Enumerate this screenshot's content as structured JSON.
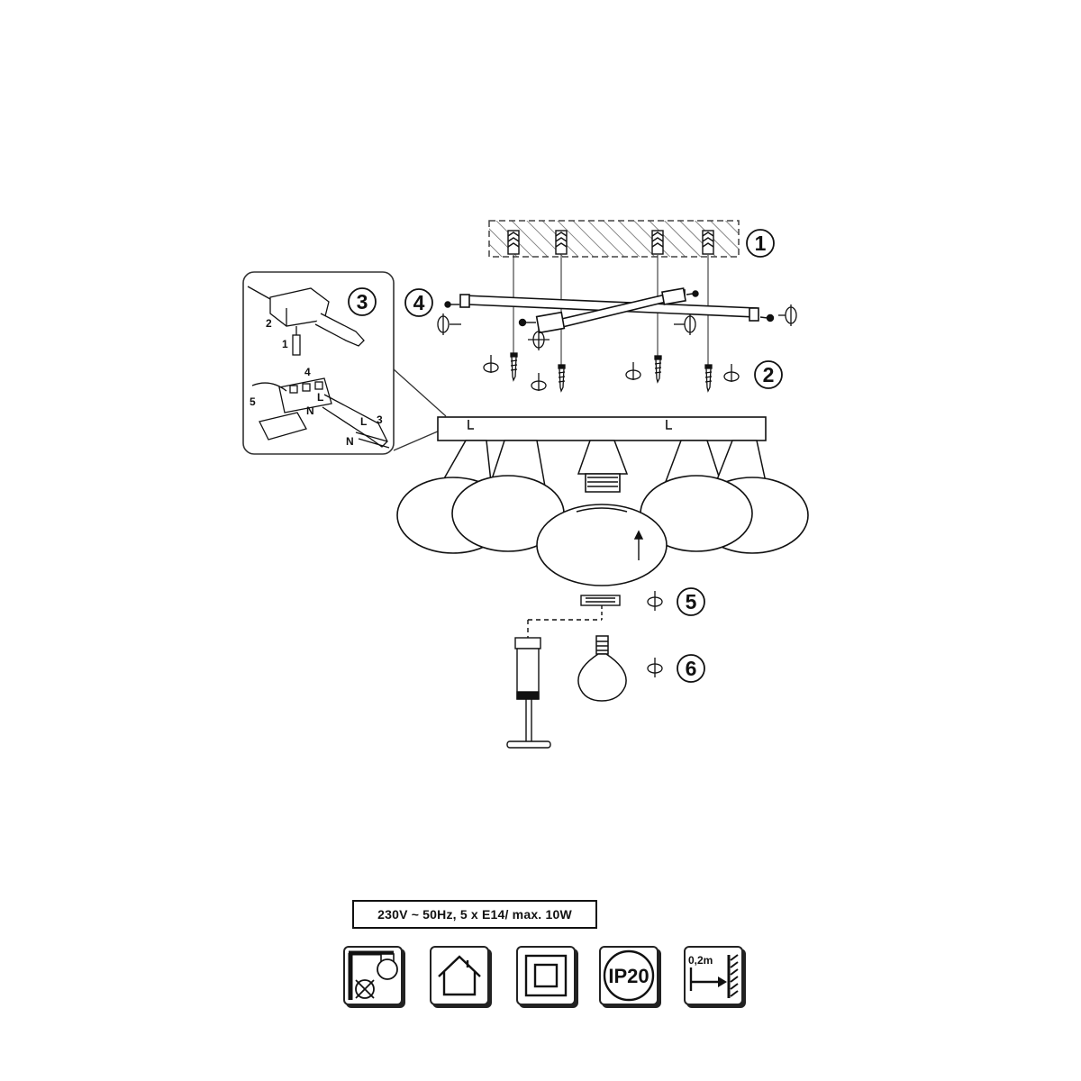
{
  "steps": {
    "s1": "1",
    "s2": "2",
    "s3": "3",
    "s4": "4",
    "s5": "5",
    "s6": "6"
  },
  "inset_labels": {
    "a1": "1",
    "a2": "2",
    "b3": "3",
    "b4": "4",
    "b5": "5",
    "L_top": "L",
    "N_top": "N",
    "L_wire": "L",
    "N_wire": "N"
  },
  "spec": "230V ~ 50Hz, 5 x E14/ max. 10W",
  "symbols": {
    "ip_rating": "IP20",
    "distance": "0,2m",
    "icons": [
      "no-dimmer-icon",
      "indoor-use-icon",
      "class-2-insulation-icon",
      "ip20-icon",
      "min-distance-icon"
    ]
  }
}
